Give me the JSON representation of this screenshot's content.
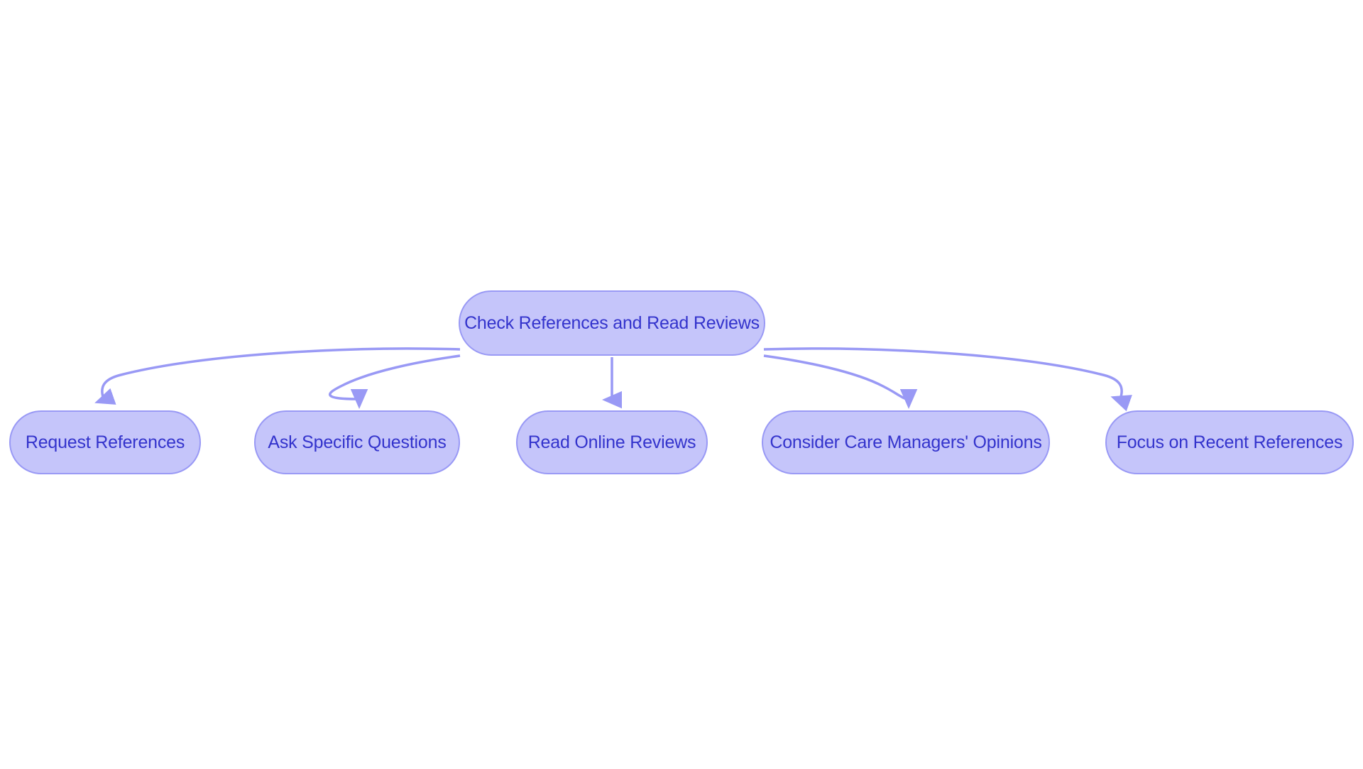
{
  "diagram": {
    "type": "flowchart",
    "orientation": "top-down",
    "background_color": "#ffffff",
    "node_fill_color": "#c5c5fa",
    "node_border_color": "#9999f5",
    "node_text_color": "#3333cc",
    "edge_color": "#9999f5",
    "root": {
      "id": "root",
      "label": "Check References and Read Reviews"
    },
    "children": [
      {
        "id": "child-1",
        "label": "Request References"
      },
      {
        "id": "child-2",
        "label": "Ask Specific Questions"
      },
      {
        "id": "child-3",
        "label": "Read Online Reviews"
      },
      {
        "id": "child-4",
        "label": "Consider Care Managers' Opinions"
      },
      {
        "id": "child-5",
        "label": "Focus on Recent References"
      }
    ],
    "edges": [
      {
        "from": "Check References and Read Reviews",
        "to": "Request References"
      },
      {
        "from": "Check References and Read Reviews",
        "to": "Ask Specific Questions"
      },
      {
        "from": "Check References and Read Reviews",
        "to": "Read Online Reviews"
      },
      {
        "from": "Check References and Read Reviews",
        "to": "Consider Care Managers' Opinions"
      },
      {
        "from": "Check References and Read Reviews",
        "to": "Focus on Recent References"
      }
    ]
  }
}
